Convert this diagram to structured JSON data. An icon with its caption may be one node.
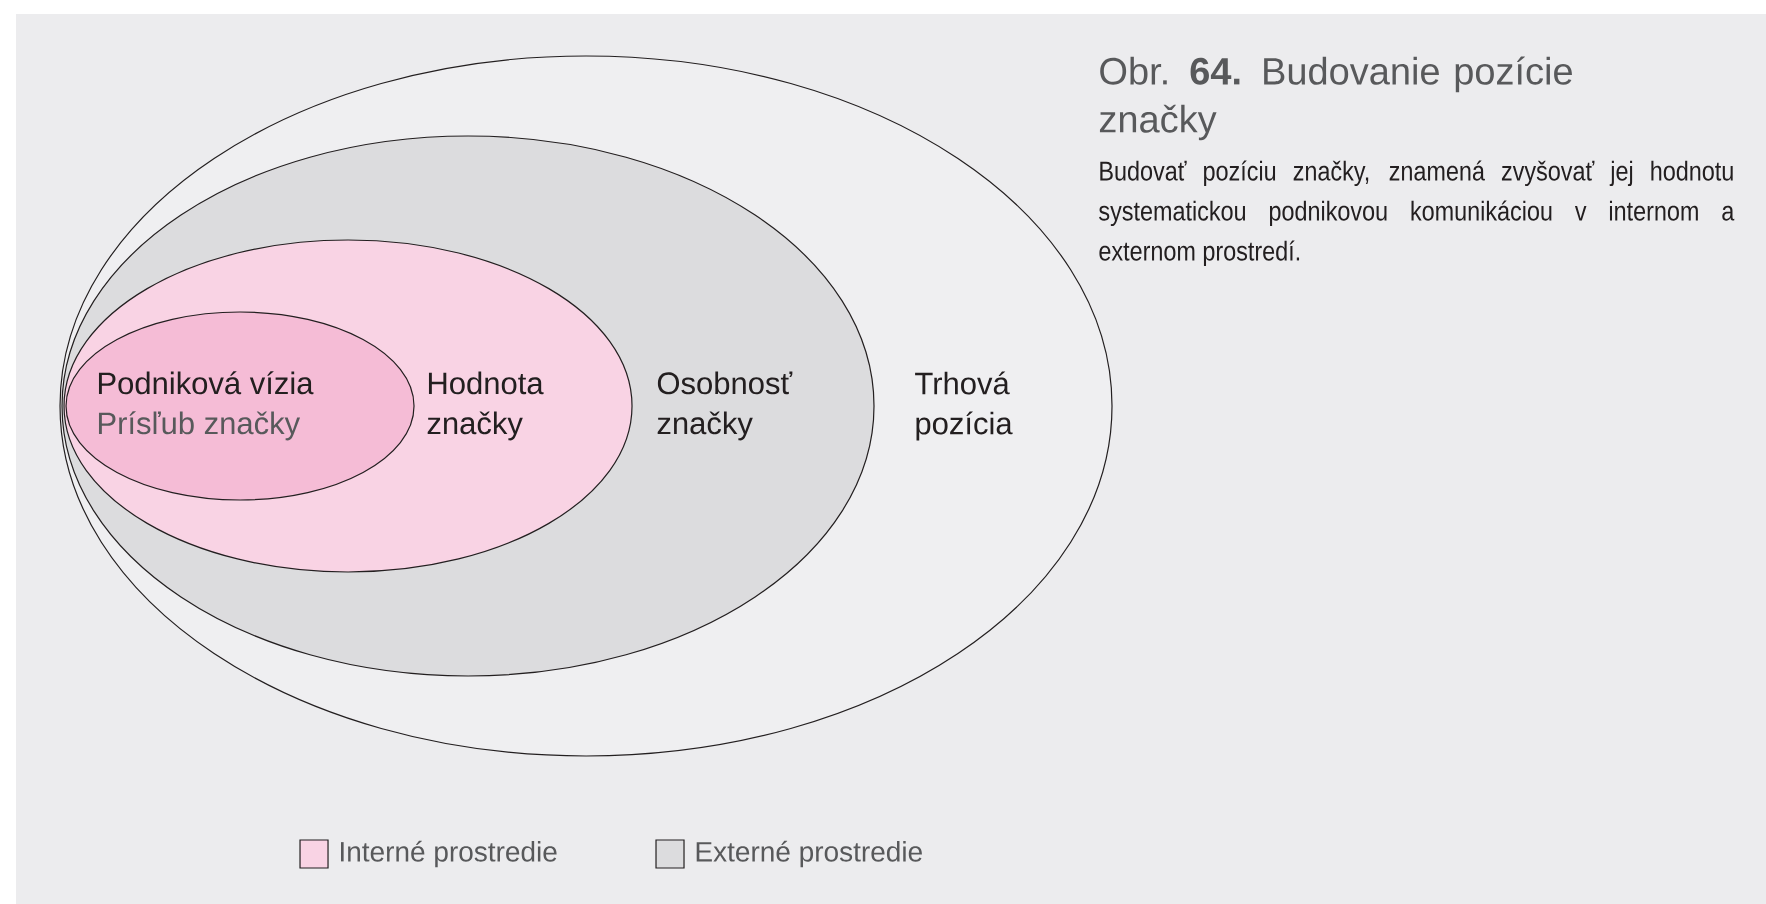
{
  "diagram": {
    "title": "Obr. **64.** Budovanie pozície značky",
    "caption": "Budovať pozíciu značky, znamená zvyšovať jej hodnotu systematickou podnikovou komunikáciou v internom a externom prostredí.",
    "nodes": [
      {
        "text": [
          "Trhová pozícia"
        ]
      },
      {
        "text": [
          "Osobnosť značky"
        ],
        "in": 0
      },
      {
        "text": [
          "Hodnota značky"
        ],
        "in": 1
      },
      {
        "text": [
          "Podniková vízia",
          "Prísľub značky"
        ],
        "in": 2
      }
    ],
    "legend": [
      {
        "text": "Interné prostredie",
        "color": "#f9d3e4"
      },
      {
        "text": "Externé prostredie",
        "color": "#dcdcde"
      }
    ]
  }
}
